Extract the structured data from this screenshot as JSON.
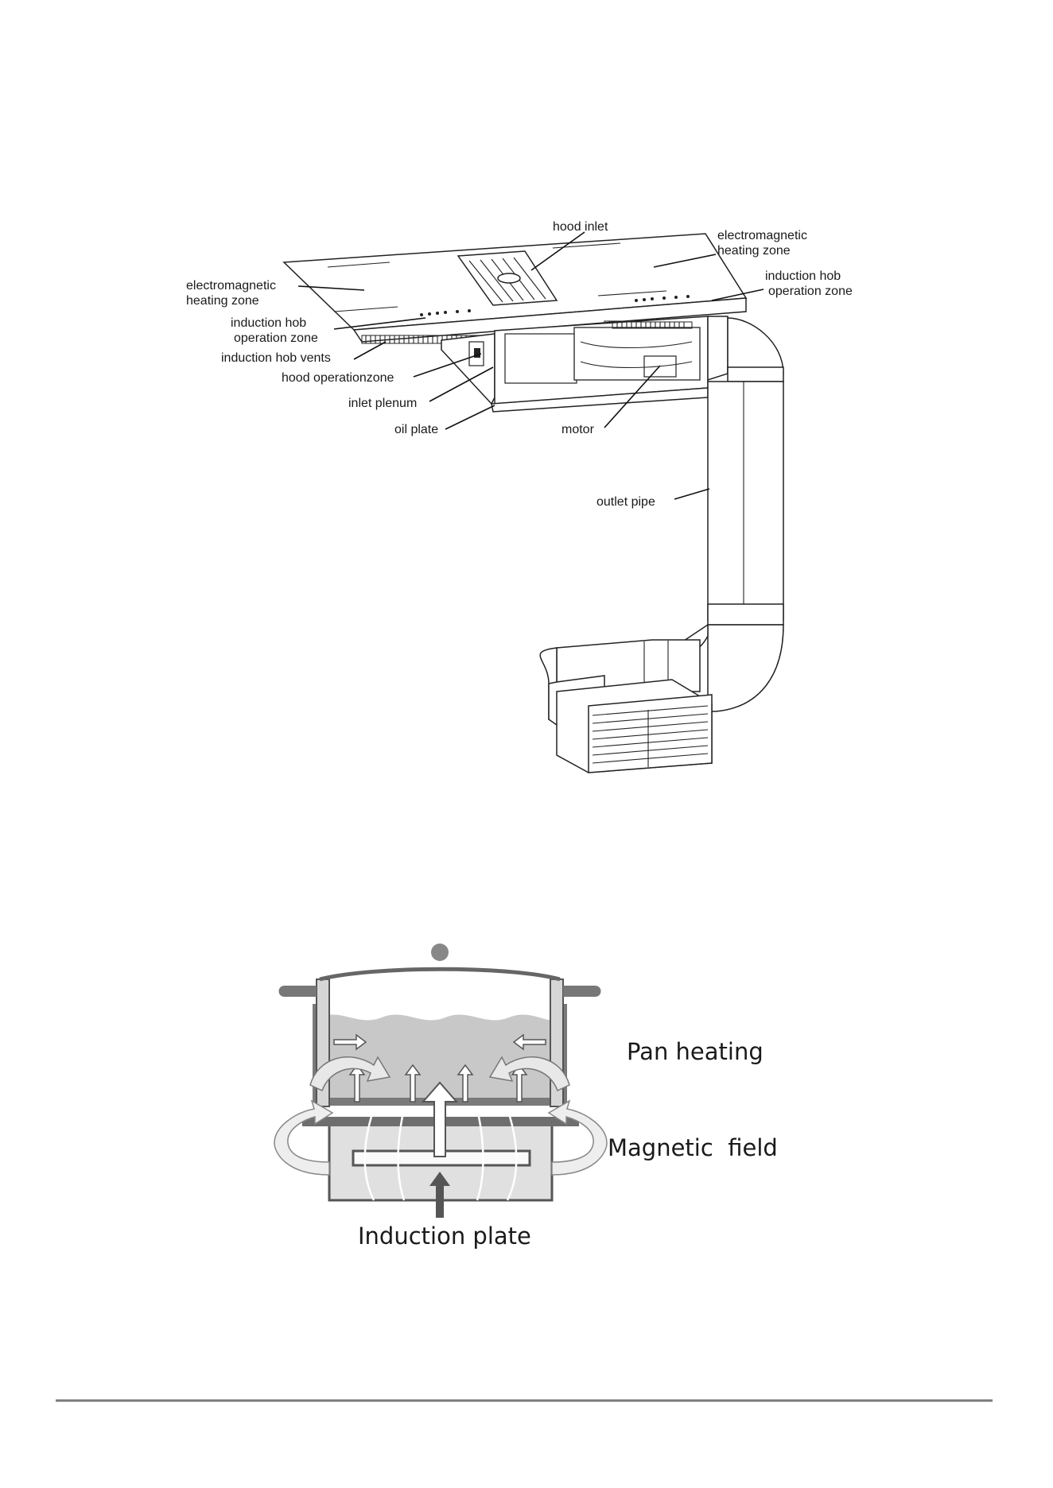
{
  "hob_diagram": {
    "labels": {
      "hood_inlet": "hood inlet",
      "em_zone_right_1": "electromagnetic",
      "em_zone_right_2": "heating zone",
      "hob_op_right_1": "induction hob",
      "hob_op_right_2": "operation zone",
      "em_zone_left_1": "electromagnetic",
      "em_zone_left_2": "heating zone",
      "hob_op_left_1": "induction hob",
      "hob_op_left_2": "operation zone",
      "hob_vents": "induction hob vents",
      "hood_op": "hood operationzone",
      "inlet_plenum": "inlet plenum",
      "oil_plate": "oil plate",
      "motor": "motor",
      "outlet_pipe": "outlet pipe"
    }
  },
  "induction_diagram": {
    "labels": {
      "pan_heating": "Pan heating",
      "magnetic_field": "Magnetic  field",
      "induction_plate": "Induction plate"
    },
    "colors": {
      "pan_liquid": "#c8c8c8",
      "pan_wall": "#7a7a7a",
      "plate_body": "#e0e0e0",
      "dark_line": "#555555"
    }
  }
}
